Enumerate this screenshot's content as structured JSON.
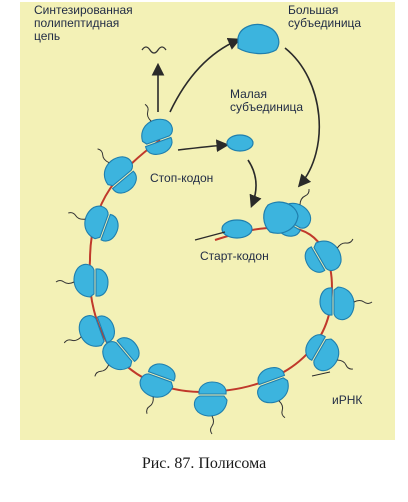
{
  "figure": {
    "caption": "Рис. 87. Полисома",
    "labels": {
      "synthesized_chain": "Синтезированная\nполипептидная\nцепь",
      "large_subunit": "Большая\nсубъединица",
      "small_subunit": "Малая\nсубъединица",
      "stop_codon": "Стоп-кодон",
      "start_codon": "Старт-кодон",
      "mrna": "иРНК"
    }
  },
  "colors": {
    "background": "#f3f1b6",
    "ribosome": "#3cb4de",
    "ribosome_shadow": "#1f7fae",
    "mrna": "#c0392b",
    "text": "#1f2a44"
  }
}
